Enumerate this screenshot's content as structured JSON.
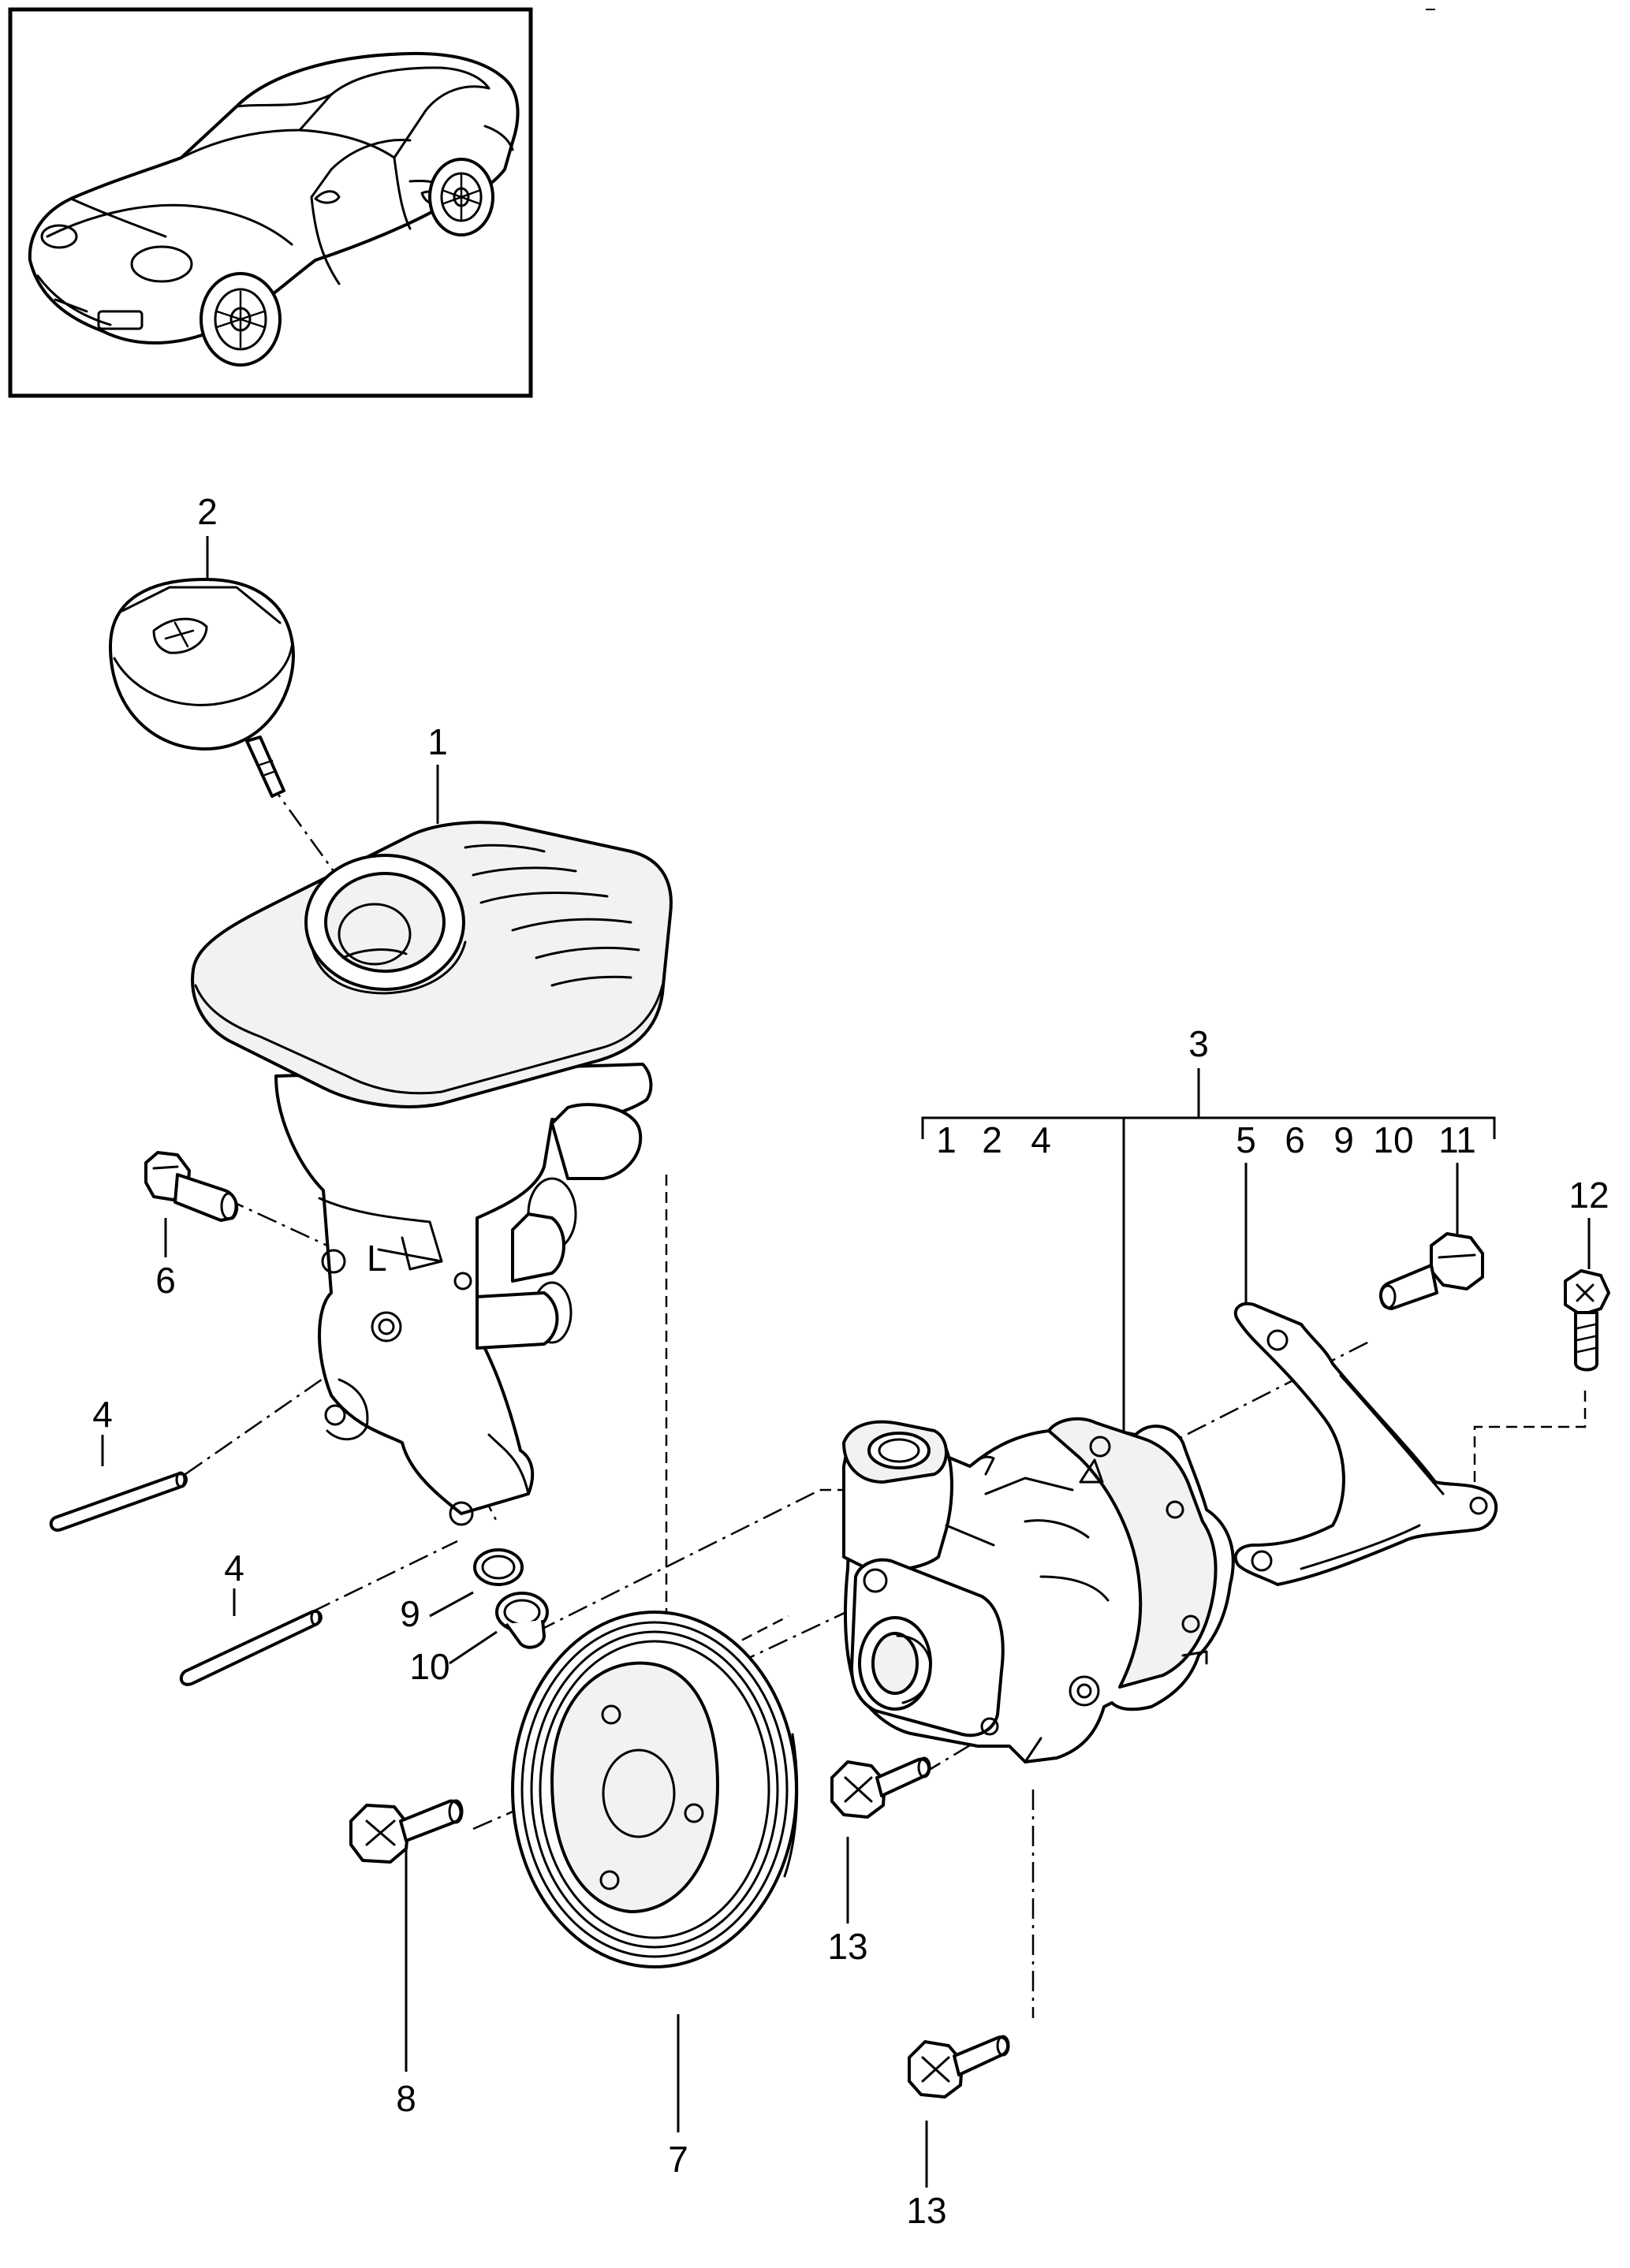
{
  "labels": {
    "l1": "1",
    "l2": "2",
    "l3": "3",
    "l3_items_a": [
      "1",
      "2",
      "4"
    ],
    "l3_items_b": [
      "5",
      "6",
      "9",
      "10",
      "11"
    ],
    "l4a": "4",
    "l4b": "4",
    "l5": "5",
    "l6": "6",
    "l7": "7",
    "l8": "8",
    "l9": "9",
    "l10": "10",
    "l12": "12",
    "l13a": "13",
    "l13b": "13",
    "reservoir_mark": "L"
  },
  "icons": {
    "thumbnail": "car-coupe-icon",
    "cap": "reservoir-cap-icon",
    "reservoir": "fluid-reservoir-icon",
    "pump": "power-steering-pump-icon",
    "pulley": "belt-pulley-icon",
    "bracket": "support-bracket-icon",
    "bolt": "hex-bolt-icon",
    "pin": "dowel-pin-icon",
    "oring": "o-ring-icon",
    "banjo": "hose-connector-icon"
  },
  "colors": {
    "line": "#000000",
    "background": "#ffffff",
    "shade": "#f2f2f2"
  }
}
